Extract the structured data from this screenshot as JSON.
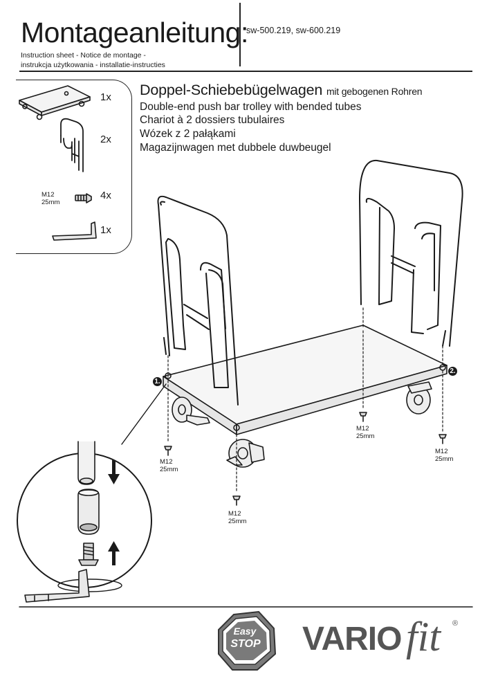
{
  "header": {
    "title": "Montageanleitung:",
    "models": "sw-500.219, sw-600.219",
    "subtitle_line1": "Instruction sheet - Notice de montage  -",
    "subtitle_line2": "instrukcja użytkowania - installatie-instructies"
  },
  "parts": {
    "items": [
      {
        "name": "platform",
        "qty": "1x"
      },
      {
        "name": "push-bar",
        "qty": "2x"
      },
      {
        "name": "bolt",
        "qty": "4x",
        "spec_line1": "M12",
        "spec_line2": "25mm"
      },
      {
        "name": "hex-key",
        "qty": "1x"
      }
    ]
  },
  "product": {
    "name_de": "Doppel-Schiebebügelwagen",
    "name_de_suffix": "mit gebogenen Rohren",
    "name_en": "Double-end push bar trolley with bended tubes",
    "name_fr": "Chariot à 2 dossiers tubulaires",
    "name_pl": "Wózek z 2 pałąkami",
    "name_nl": "Magazijnwagen met dubbele duwbeugel"
  },
  "diagram": {
    "step1": "1.",
    "step2": "2.",
    "bolt_labels": [
      {
        "line1": "M12",
        "line2": "25mm"
      },
      {
        "line1": "M12",
        "line2": "25mm"
      },
      {
        "line1": "M12",
        "line2": "25mm"
      },
      {
        "line1": "M12",
        "line2": "25mm"
      }
    ]
  },
  "footer": {
    "badge_line1": "Easy",
    "badge_line2": "STOP",
    "brand_left": "VARIO",
    "brand_right": "fit",
    "brand_mark": "®"
  },
  "colors": {
    "ink": "#1a1a1a",
    "brand_grey": "#555555",
    "badge_grey": "#7a7a7a"
  }
}
